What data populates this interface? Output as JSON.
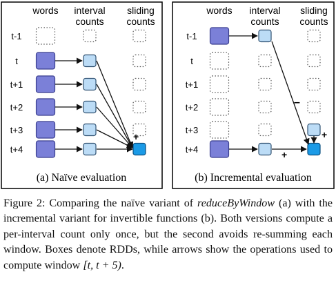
{
  "colors": {
    "word_fill": "#7b80d8",
    "word_stroke": "#3b3f8f",
    "interval_fill": "#bcdcf6",
    "interval_stroke": "#2f5070",
    "result_fill": "#1b9ae6",
    "result_stroke": "#0b4f80",
    "arrow": "#111111",
    "dotted": "#555555"
  },
  "panels": [
    {
      "id": "naive",
      "headers": {
        "words": "words",
        "interval": [
          "interval",
          "counts"
        ],
        "sliding": [
          "sliding",
          "counts"
        ]
      },
      "row_labels": [
        "t-1",
        "t",
        "t+1",
        "t+2",
        "t+3",
        "t+4"
      ],
      "word_boxes": [
        "dotted",
        "solid",
        "solid",
        "solid",
        "solid",
        "solid"
      ],
      "interval_boxes": [
        "dotted",
        "solid",
        "solid",
        "solid",
        "solid",
        "solid"
      ],
      "sliding_boxes": [
        "dotted",
        "dotted",
        "dotted",
        "dotted",
        "dotted",
        "result"
      ],
      "signs": [
        {
          "text": "+"
        }
      ],
      "caption": "(a)  Naïve evaluation"
    },
    {
      "id": "incremental",
      "headers": {
        "words": "words",
        "interval": [
          "interval",
          "counts"
        ],
        "sliding": [
          "sliding",
          "counts"
        ]
      },
      "row_labels": [
        "t-1",
        "t",
        "t+1",
        "t+2",
        "t+3",
        "t+4"
      ],
      "word_boxes": [
        "solid",
        "dotted",
        "dotted",
        "dotted",
        "dotted",
        "solid"
      ],
      "interval_boxes": [
        "solid",
        "dotted",
        "dotted",
        "dotted",
        "dotted",
        "solid"
      ],
      "sliding_boxes": [
        "dotted",
        "dotted",
        "dotted",
        "dotted",
        "solid",
        "result"
      ],
      "signs": [
        {
          "text": "–"
        },
        {
          "text": "+"
        },
        {
          "text": "+"
        }
      ],
      "caption": "(b)  Incremental evaluation"
    }
  ],
  "caption": {
    "prefix": "Figure 2: Comparing the naïve variant of ",
    "func": "reduceByWindow",
    "rest": " (a) with the incremental variant for invertible functions (b). Both versions compute a per-interval count only once, but the second avoids re-summing each window. Boxes denote RDDs, while arrows show the operations used to compute window ",
    "window": "[t, t + 5)",
    "end": "."
  }
}
